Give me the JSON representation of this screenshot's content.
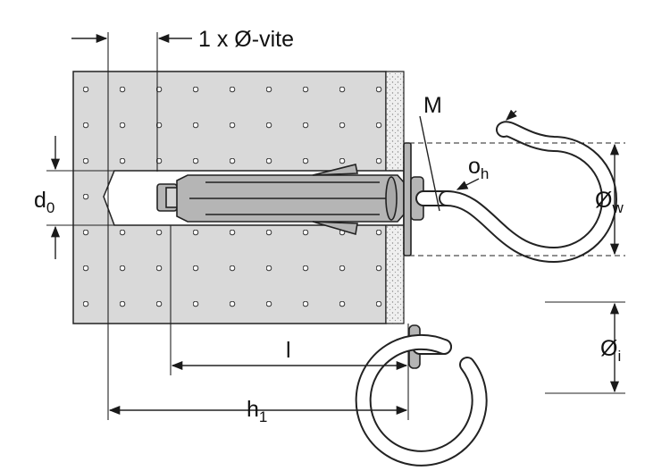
{
  "labels": {
    "screw_length": "1 x Ø-vite",
    "thread": "M",
    "hook_opening": "o",
    "hook_opening_sub": "h",
    "hook_outer": "Ø",
    "hook_outer_sub": "w",
    "ring_inner": "Ø",
    "ring_inner_sub": "i",
    "drill_diameter": "d",
    "drill_diameter_sub": "0",
    "anchor_length": "l",
    "hole_depth": "h",
    "hole_depth_sub": "1"
  },
  "colors": {
    "line": "#1a1a1a",
    "wall_fill": "#d9d9d9",
    "anchor_fill": "#b5b5b5",
    "hole_fill": "#ffffff",
    "sand_fill": "#f0f0f0"
  }
}
